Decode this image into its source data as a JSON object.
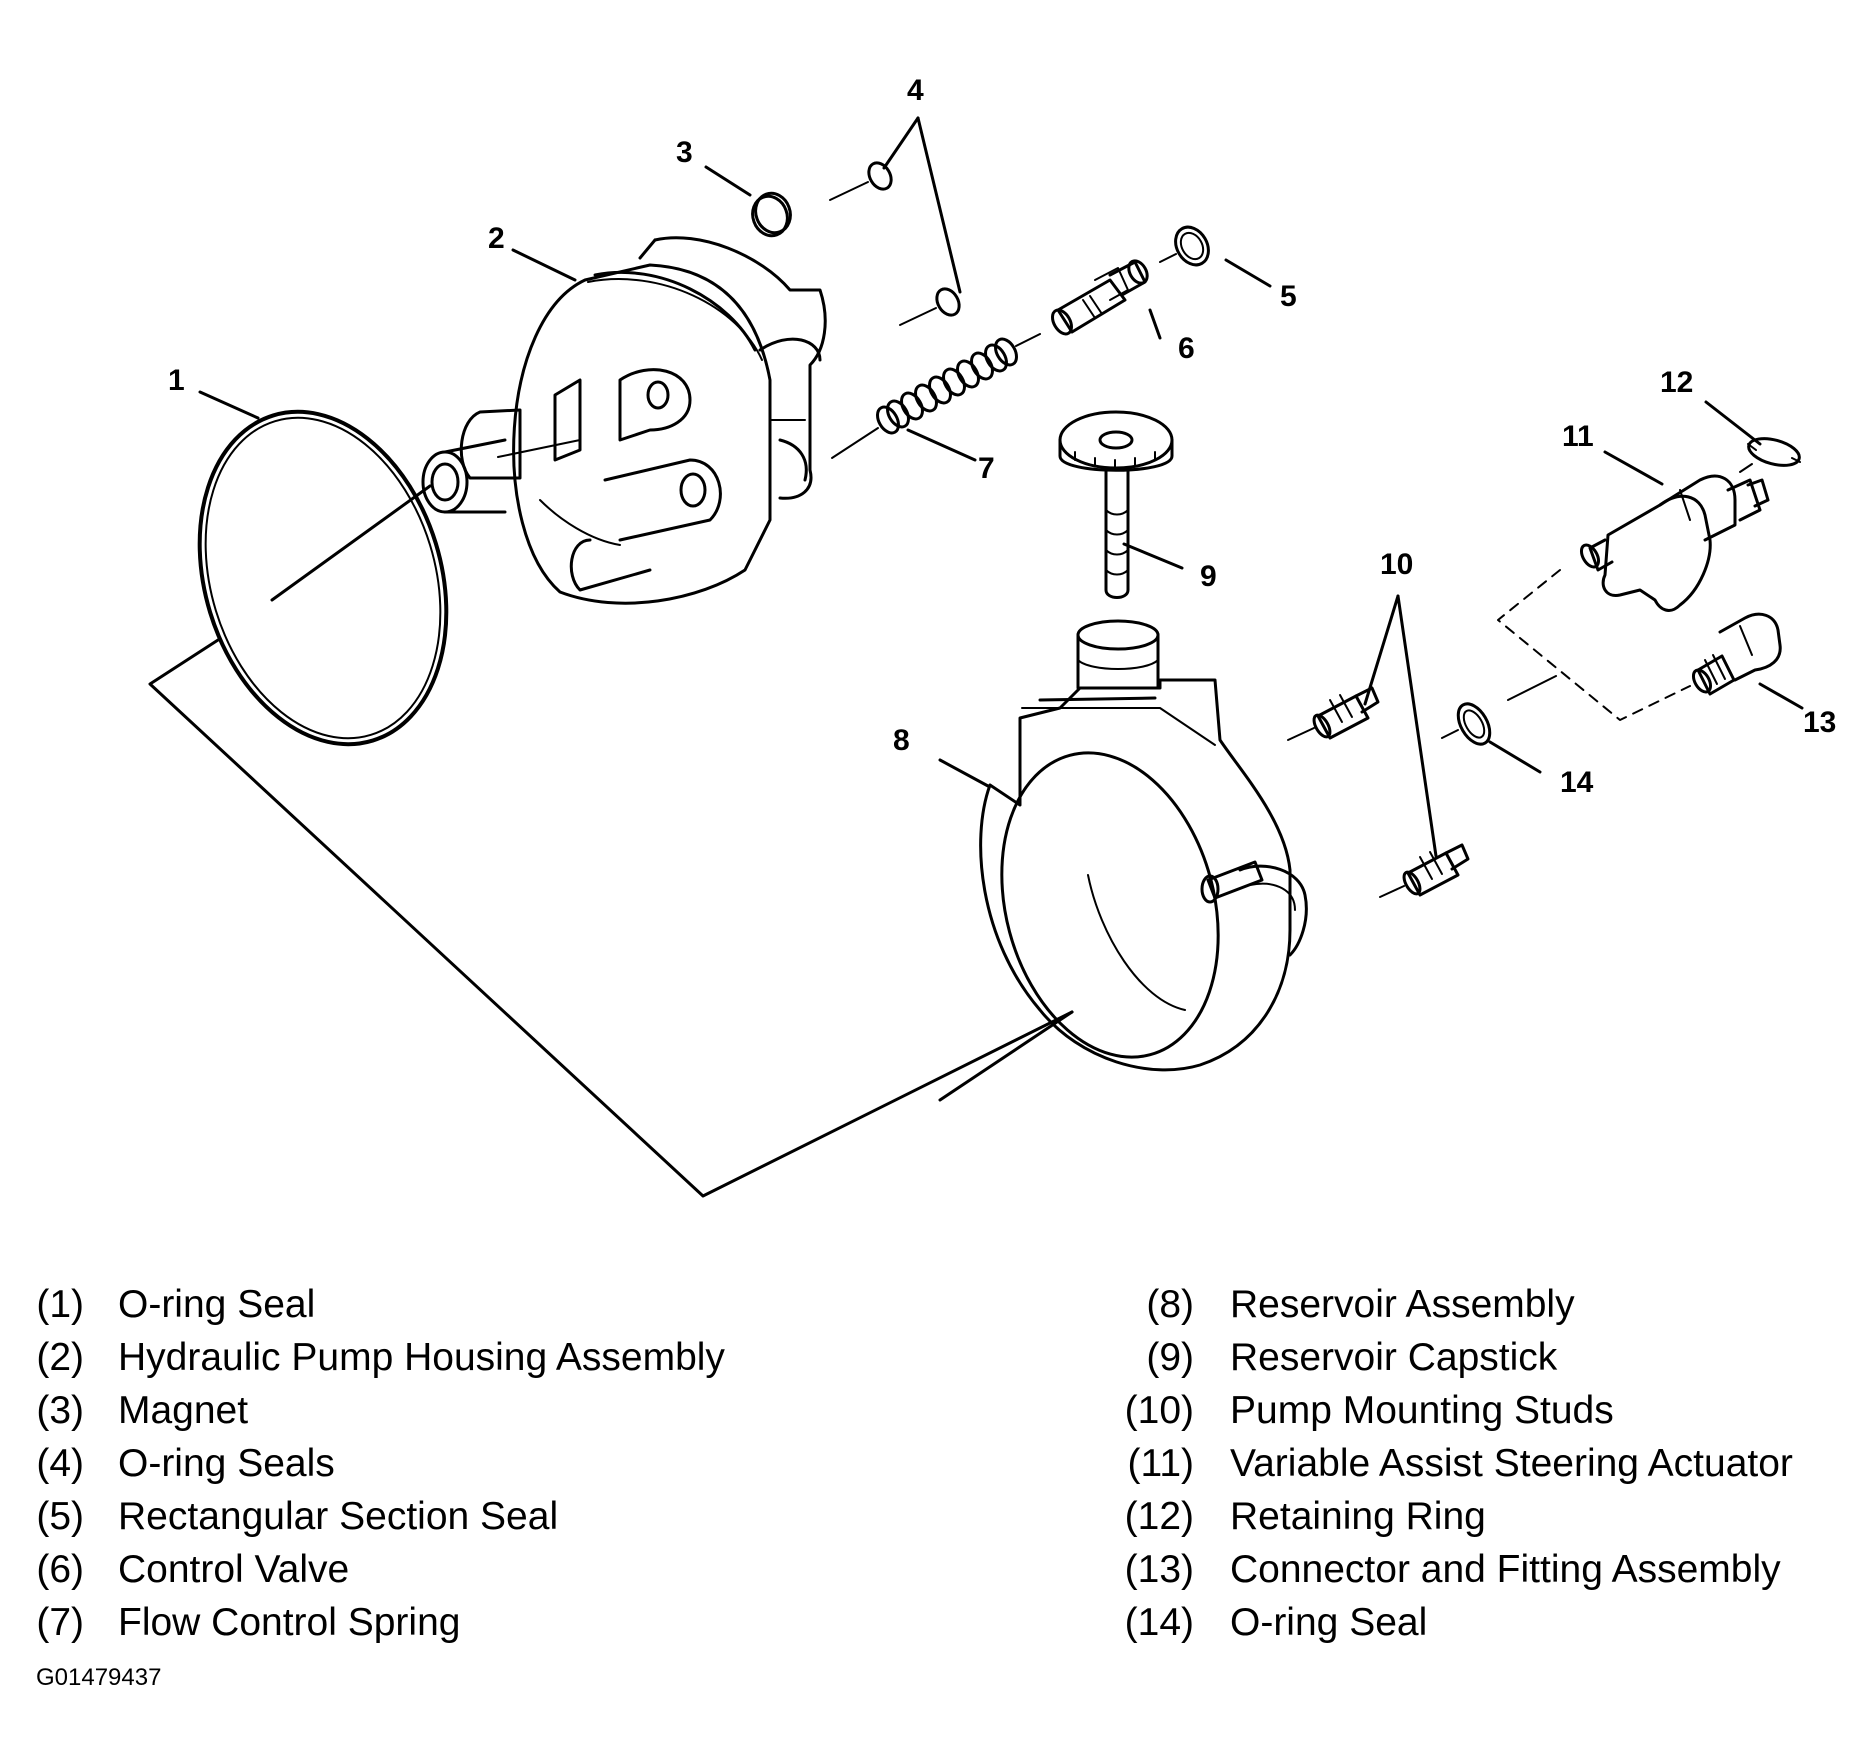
{
  "callouts": [
    "1",
    "2",
    "3",
    "4",
    "5",
    "6",
    "7",
    "8",
    "9",
    "10",
    "11",
    "12",
    "13",
    "14"
  ],
  "legend": {
    "left": [
      {
        "index": "(1)",
        "label": "O-ring Seal"
      },
      {
        "index": "(2)",
        "label": "Hydraulic Pump Housing Assembly"
      },
      {
        "index": "(3)",
        "label": "Magnet"
      },
      {
        "index": "(4)",
        "label": "O-ring Seals"
      },
      {
        "index": "(5)",
        "label": "Rectangular Section Seal"
      },
      {
        "index": "(6)",
        "label": "Control Valve"
      },
      {
        "index": "(7)",
        "label": "Flow Control Spring"
      }
    ],
    "right": [
      {
        "index": "(8)",
        "label": "Reservoir Assembly"
      },
      {
        "index": "(9)",
        "label": "Reservoir Capstick"
      },
      {
        "index": "(10)",
        "label": "Pump Mounting Studs"
      },
      {
        "index": "(11)",
        "label": "Variable Assist Steering Actuator"
      },
      {
        "index": "(12)",
        "label": "Retaining Ring"
      },
      {
        "index": "(13)",
        "label": "Connector and Fitting Assembly"
      },
      {
        "index": "(14)",
        "label": "O-ring Seal"
      }
    ]
  },
  "figure_id": "G01479437"
}
